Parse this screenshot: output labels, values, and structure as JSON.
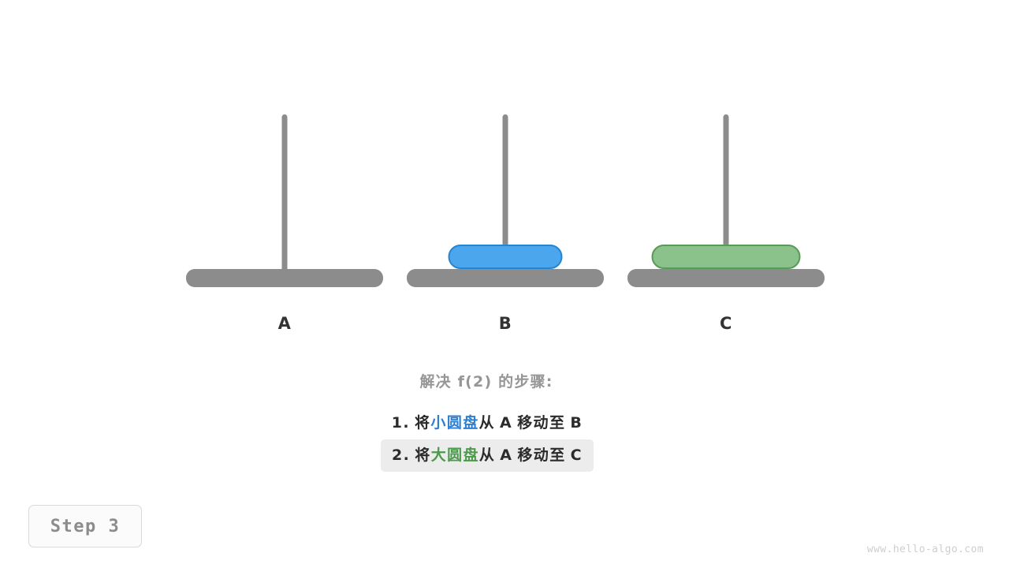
{
  "figure": {
    "title_caption": "解决 f(2) 的步骤:",
    "step_badge": "Step 3",
    "watermark": "www.hello-algo.com",
    "colors": {
      "pole": "#8c8c8c",
      "base": "#8c8c8c",
      "small_disk_fill": "#4CA6EE",
      "small_disk_border": "#2585D0",
      "large_disk_fill": "#8BC18A",
      "large_disk_border": "#579B56",
      "title_text": "#969696",
      "step_text": "#2b2b2b",
      "highlight_bg": "#ececec",
      "badge_text": "#8c8c8c",
      "watermark_text": "#cfcfcf"
    }
  },
  "pillars": [
    {
      "label": "A",
      "disks": []
    },
    {
      "label": "B",
      "disks": [
        {
          "size": "small",
          "color": "blue"
        }
      ]
    },
    {
      "label": "C",
      "disks": [
        {
          "size": "large",
          "color": "green"
        }
      ]
    }
  ],
  "steps": [
    {
      "index": "1.",
      "verb": "将",
      "object": "小圆盘",
      "object_color": "blue",
      "from_word": "从",
      "from_peg": "A",
      "move_word": "移动至",
      "to_peg": "B",
      "highlighted": false
    },
    {
      "index": "2.",
      "verb": "将",
      "object": "大圆盘",
      "object_color": "green",
      "from_word": "从",
      "from_peg": "A",
      "move_word": "移动至",
      "to_peg": "C",
      "highlighted": true
    }
  ]
}
